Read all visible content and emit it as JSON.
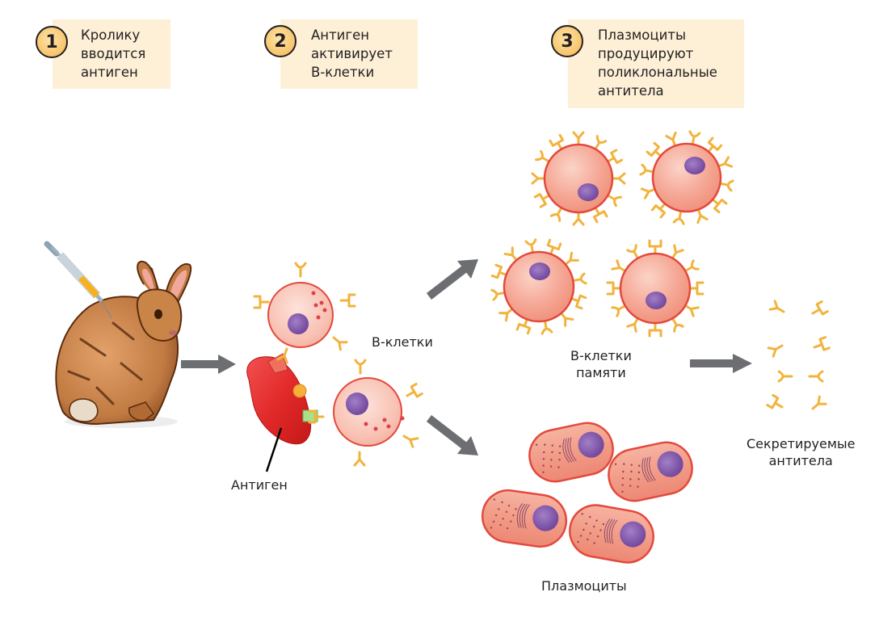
{
  "steps": [
    {
      "number": "1",
      "lines": [
        "Кролику",
        "вводится",
        "антиген"
      ]
    },
    {
      "number": "2",
      "lines": [
        "Антиген",
        "активирует",
        "В-клетки"
      ]
    },
    {
      "number": "3",
      "lines": [
        "Плазмоциты",
        "продуцируют",
        "поликлональные",
        "антитела"
      ]
    }
  ],
  "labels": {
    "antigen": "Антиген",
    "b_cells": "В-клетки",
    "memory_b_cells": [
      "В-клетки",
      "памяти"
    ],
    "plasma_cells": "Плазмоциты",
    "secreted_antibodies": [
      "Секретируемые",
      "антитела"
    ]
  },
  "colors": {
    "box_fill": "#fdf0d7",
    "badge_fill": "#f7c46a",
    "arrow": "#6d6e71",
    "antibody": "#f2b33d",
    "cell_fill": "#f19a85",
    "cell_stroke": "#e3493b",
    "nucleus": "#7b4fa6",
    "antigen": "#e02424",
    "rabbit": "#b8703a"
  }
}
